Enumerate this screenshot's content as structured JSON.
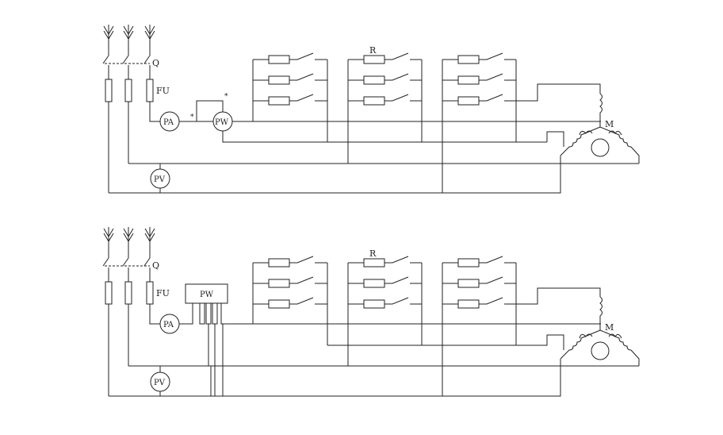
{
  "diagrams": [
    {
      "labels": {
        "switch": "Q",
        "fuse": "FU",
        "resistor": "R",
        "ammeter": "PA",
        "wattmeter": "PW",
        "voltmeter": "PV",
        "motor": "M",
        "polarity_marks": [
          "*",
          "*"
        ]
      }
    },
    {
      "labels": {
        "switch": "Q",
        "fuse": "FU",
        "resistor": "R",
        "ammeter": "PA",
        "wattmeter": "PW",
        "voltmeter": "PV",
        "motor": "M"
      }
    }
  ]
}
